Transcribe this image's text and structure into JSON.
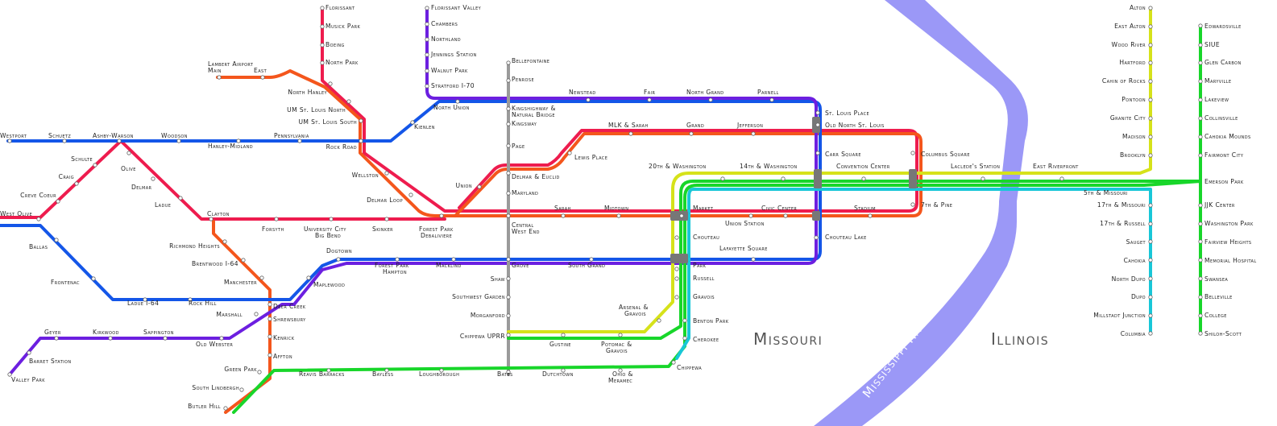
{
  "colors": {
    "red": "#ee1c4e",
    "orange": "#f4561c",
    "blue": "#1456e8",
    "purple": "#6c1fe0",
    "gray": "#9a9a9a",
    "green": "#18d62a",
    "yellow": "#d6e21a",
    "teal": "#18c7d8",
    "river": "#9b98f7"
  },
  "regions": {
    "missouri": "Missouri",
    "illinois": "Illinois",
    "river": "Mississippi River"
  },
  "stations": [
    {
      "id": "florissant",
      "label": "Florissant"
    },
    {
      "id": "musick-park",
      "label": "Musick Park"
    },
    {
      "id": "boeing",
      "label": "Boeing"
    },
    {
      "id": "north-park",
      "label": "North Park"
    },
    {
      "id": "lambert-main",
      "label": "Lambert Airport"
    },
    {
      "id": "lambert-main-2",
      "label": "Main"
    },
    {
      "id": "lambert-east",
      "label": "East"
    },
    {
      "id": "north-hanley",
      "label": "North Hanley"
    },
    {
      "id": "umsl-north",
      "label": "UM St. Louis North"
    },
    {
      "id": "umsl-south",
      "label": "UM St. Louis South"
    },
    {
      "id": "rock-road",
      "label": "Rock Road"
    },
    {
      "id": "pennsylvania",
      "label": "Pennsylvania"
    },
    {
      "id": "woodson",
      "label": "Woodson"
    },
    {
      "id": "hanley-midland",
      "label": "Hanley-Midland"
    },
    {
      "id": "ashby-warson",
      "label": "Ashby-Warson"
    },
    {
      "id": "schuetz",
      "label": "Schuetz"
    },
    {
      "id": "westport",
      "label": "Westport"
    },
    {
      "id": "schulte",
      "label": "Schulte"
    },
    {
      "id": "craig",
      "label": "Craig"
    },
    {
      "id": "creve-coeur",
      "label": "Creve Coeur"
    },
    {
      "id": "west-olive",
      "label": "West Olive"
    },
    {
      "id": "olive",
      "label": "Olive"
    },
    {
      "id": "delmar",
      "label": "Delmar"
    },
    {
      "id": "ladue",
      "label": "Ladue"
    },
    {
      "id": "clayton",
      "label": "Clayton"
    },
    {
      "id": "ballas",
      "label": "Ballas"
    },
    {
      "id": "frontenac",
      "label": "Frontenac"
    },
    {
      "id": "ladue-i64",
      "label": "Ladue I-64"
    },
    {
      "id": "rock-hill",
      "label": "Rock Hill"
    },
    {
      "id": "richmond-heights",
      "label": "Richmond Heights"
    },
    {
      "id": "brentwood",
      "label": "Brentwood I-64"
    },
    {
      "id": "manchester",
      "label": "Manchester"
    },
    {
      "id": "marshall",
      "label": "Marshall"
    },
    {
      "id": "deer-creek",
      "label": "Deer Creek"
    },
    {
      "id": "shrewsbury",
      "label": "Shrewsbury"
    },
    {
      "id": "kenrick",
      "label": "Kenrick"
    },
    {
      "id": "affton",
      "label": "Affton"
    },
    {
      "id": "green-park",
      "label": "Green Park"
    },
    {
      "id": "south-lindbergh",
      "label": "South Lindbergh"
    },
    {
      "id": "butler-hill",
      "label": "Butler Hill"
    },
    {
      "id": "geyer",
      "label": "Geyer"
    },
    {
      "id": "kirkwood",
      "label": "Kirkwood"
    },
    {
      "id": "sappington",
      "label": "Sappington"
    },
    {
      "id": "old-webster",
      "label": "Old Webster"
    },
    {
      "id": "barret-station",
      "label": "Barret Station"
    },
    {
      "id": "valley-park",
      "label": "Valley Park"
    },
    {
      "id": "forsyth",
      "label": "Forsyth"
    },
    {
      "id": "university-city",
      "label": "University City"
    },
    {
      "id": "university-city-2",
      "label": "Big Bend"
    },
    {
      "id": "skinker",
      "label": "Skinker"
    },
    {
      "id": "forest-park",
      "label": "Forest Park"
    },
    {
      "id": "forest-park-2",
      "label": "Debaliviere"
    },
    {
      "id": "wellston",
      "label": "Wellston"
    },
    {
      "id": "delmar-loop",
      "label": "Delmar Loop"
    },
    {
      "id": "union",
      "label": "Union"
    },
    {
      "id": "kienlen",
      "label": "Kienlen"
    },
    {
      "id": "north-union",
      "label": "North Union"
    },
    {
      "id": "florissant-valley",
      "label": "Florissant Valley"
    },
    {
      "id": "chambers",
      "label": "Chambers"
    },
    {
      "id": "northland",
      "label": "Northland"
    },
    {
      "id": "jennings",
      "label": "Jennings Station"
    },
    {
      "id": "walnut-park",
      "label": "Walnut Park"
    },
    {
      "id": "stratford",
      "label": "Stratford I-70"
    },
    {
      "id": "bellefontaine",
      "label": "Bellefontaine"
    },
    {
      "id": "penrose",
      "label": "Penrose"
    },
    {
      "id": "kingshighway",
      "label": "Kingshighway &"
    },
    {
      "id": "kingshighway-2",
      "label": "Natural Bridge"
    },
    {
      "id": "kingsway",
      "label": "Kingsway"
    },
    {
      "id": "page",
      "label": "Page"
    },
    {
      "id": "delmar-euclid",
      "label": "Delmar & Euclid"
    },
    {
      "id": "maryland",
      "label": "Maryland"
    },
    {
      "id": "central-west-end",
      "label": "Central"
    },
    {
      "id": "central-west-end-2",
      "label": "West End"
    },
    {
      "id": "grove",
      "label": "Grove"
    },
    {
      "id": "shaw",
      "label": "Shaw"
    },
    {
      "id": "southwest-garden",
      "label": "Southwest Garden"
    },
    {
      "id": "morganford",
      "label": "Morganford"
    },
    {
      "id": "chippewa-uprr",
      "label": "Chippewa UPRR"
    },
    {
      "id": "bates",
      "label": "Bates"
    },
    {
      "id": "loughborough",
      "label": "Loughborough"
    },
    {
      "id": "bayless",
      "label": "Bayless"
    },
    {
      "id": "reavis-barracks",
      "label": "Reavis Barracks"
    },
    {
      "id": "dogtown",
      "label": "Dogtown"
    },
    {
      "id": "maplewood",
      "label": "Maplewood"
    },
    {
      "id": "forest-park-hampton",
      "label": "Forest Park"
    },
    {
      "id": "forest-park-hampton-2",
      "label": "Hampton"
    },
    {
      "id": "macklind",
      "label": "Macklind"
    },
    {
      "id": "south-grand",
      "label": "South Grand"
    },
    {
      "id": "sarah",
      "label": "Sarah"
    },
    {
      "id": "midtown",
      "label": "Midtown"
    },
    {
      "id": "lewis-place",
      "label": "Lewis Place"
    },
    {
      "id": "mlk-sarah",
      "label": "MLK & Sarah"
    },
    {
      "id": "grand",
      "label": "Grand"
    },
    {
      "id": "jefferson",
      "label": "Jefferson"
    },
    {
      "id": "newstead",
      "label": "Newstead"
    },
    {
      "id": "fair",
      "label": "Fair"
    },
    {
      "id": "north-grand",
      "label": "North Grand"
    },
    {
      "id": "parnell",
      "label": "Parnell"
    },
    {
      "id": "st-louis-place",
      "label": "St. Louis Place"
    },
    {
      "id": "old-north",
      "label": "Old North St. Louis"
    },
    {
      "id": "carr-square",
      "label": "Carr Square"
    },
    {
      "id": "columbus-square",
      "label": "Columbus Square"
    },
    {
      "id": "20th-washington",
      "label": "20th & Washington"
    },
    {
      "id": "14th-washington",
      "label": "14th & Washington"
    },
    {
      "id": "convention-center",
      "label": "Convention Center"
    },
    {
      "id": "lacledes",
      "label": "Laclede's Station"
    },
    {
      "id": "east-riverfront",
      "label": "East Riverfront"
    },
    {
      "id": "7th-pine",
      "label": "7th & Pine"
    },
    {
      "id": "market",
      "label": "Market"
    },
    {
      "id": "union-station",
      "label": "Union Station"
    },
    {
      "id": "civic-center",
      "label": "Civic Center"
    },
    {
      "id": "stadium",
      "label": "Stadium"
    },
    {
      "id": "chouteau",
      "label": "Chouteau"
    },
    {
      "id": "chouteau-lake",
      "label": "Chouteau Lake"
    },
    {
      "id": "lafayette-square",
      "label": "Lafayette Square"
    },
    {
      "id": "park",
      "label": "Park"
    },
    {
      "id": "russell",
      "label": "Russell"
    },
    {
      "id": "gravois",
      "label": "Gravois"
    },
    {
      "id": "arsenal-gravois",
      "label": "Arsenal &"
    },
    {
      "id": "arsenal-gravois-2",
      "label": "Gravois"
    },
    {
      "id": "benton-park",
      "label": "Benton Park"
    },
    {
      "id": "cherokee",
      "label": "Cherokee"
    },
    {
      "id": "gustine",
      "label": "Gustine"
    },
    {
      "id": "potomac-gravois",
      "label": "Potomac &"
    },
    {
      "id": "potomac-gravois-2",
      "label": "Gravois"
    },
    {
      "id": "chippewa",
      "label": "Chippewa"
    },
    {
      "id": "dutchtown",
      "label": "Dutchtown"
    },
    {
      "id": "ohio-meramec",
      "label": "Ohio &"
    },
    {
      "id": "ohio-meramec-2",
      "label": "Meramec"
    },
    {
      "id": "alton",
      "label": "Alton"
    },
    {
      "id": "east-alton",
      "label": "East Alton"
    },
    {
      "id": "wood-river",
      "label": "Wood River"
    },
    {
      "id": "hartford",
      "label": "Hartford"
    },
    {
      "id": "cahin-of-rocks",
      "label": "Cahin of Rocks"
    },
    {
      "id": "pontoon",
      "label": "Pontoon"
    },
    {
      "id": "granite-city",
      "label": "Granite City"
    },
    {
      "id": "madison",
      "label": "Madison"
    },
    {
      "id": "brooklyn",
      "label": "Brooklyn"
    },
    {
      "id": "5th-missouri",
      "label": "5th & Missouri"
    },
    {
      "id": "17th-missouri",
      "label": "17th & Missouri"
    },
    {
      "id": "17th-russell",
      "label": "17th & Russell"
    },
    {
      "id": "sauget",
      "label": "Sauget"
    },
    {
      "id": "cahokia",
      "label": "Cahokia"
    },
    {
      "id": "north-dupo",
      "label": "North Dupo"
    },
    {
      "id": "dupo",
      "label": "Dupo"
    },
    {
      "id": "millstadt",
      "label": "Millstadt Junction"
    },
    {
      "id": "columbia",
      "label": "Columbia"
    },
    {
      "id": "edwardsville",
      "label": "Edwardsville"
    },
    {
      "id": "siue",
      "label": "SIUE"
    },
    {
      "id": "glen-carbon",
      "label": "Glen Carbon"
    },
    {
      "id": "maryville",
      "label": "Maryville"
    },
    {
      "id": "lakeview",
      "label": "Lakeview"
    },
    {
      "id": "collinsville",
      "label": "Collinsville"
    },
    {
      "id": "cahokia-mounds",
      "label": "Cahokia Mounds"
    },
    {
      "id": "fairmont-city",
      "label": "Fairmont City"
    },
    {
      "id": "emerson-park",
      "label": "Emerson Park"
    },
    {
      "id": "jjk-center",
      "label": "JJK Center"
    },
    {
      "id": "washington-park",
      "label": "Washington Park"
    },
    {
      "id": "fairview-heights",
      "label": "Fairview Heights"
    },
    {
      "id": "memorial-hospital",
      "label": "Memorial Hospital"
    },
    {
      "id": "swansea",
      "label": "Swansea"
    },
    {
      "id": "belleville",
      "label": "Belleville"
    },
    {
      "id": "college",
      "label": "College"
    },
    {
      "id": "shiloh-scott",
      "label": "Shiloh-Scott"
    }
  ]
}
